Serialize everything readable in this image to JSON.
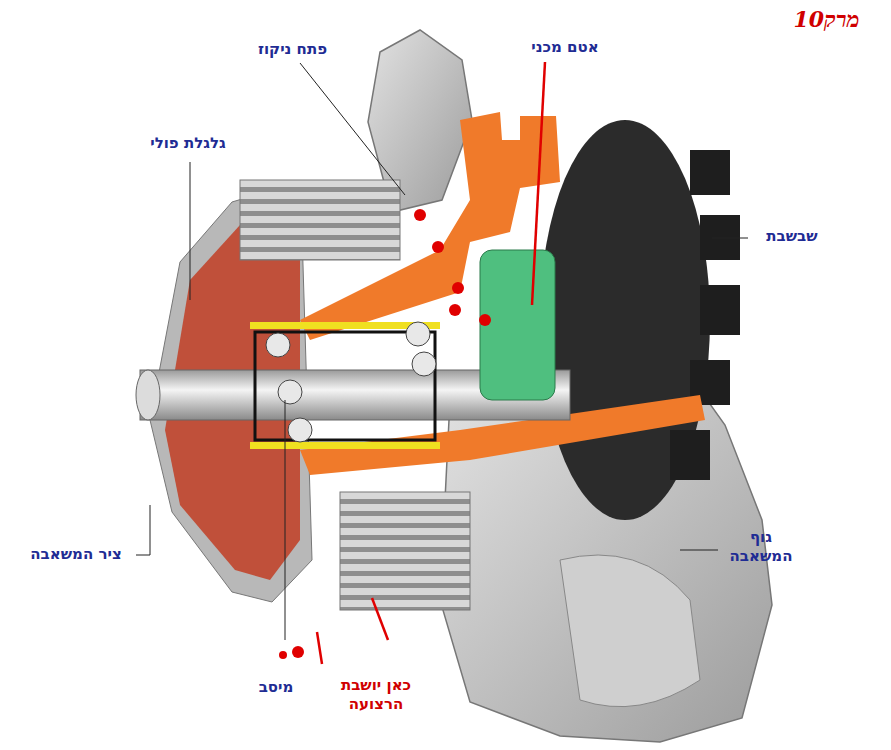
{
  "diagram": {
    "labels": [
      "מרק10",
      "פתח ניקוז",
      "אטם מכני",
      "גלגלת פולי",
      "שבשבת",
      "ציר המשאבה",
      "גוף המשאבה",
      "מיסב",
      "כאן יושבת הרצועה"
    ]
  }
}
